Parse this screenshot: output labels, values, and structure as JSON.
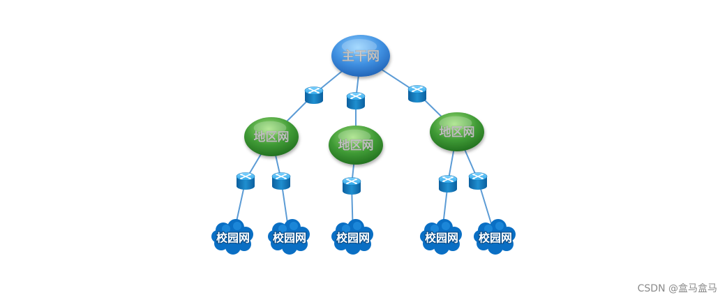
{
  "labels": {
    "backbone": "主干网",
    "regional": "地区网",
    "campus": "校园网"
  },
  "watermark": "CSDN @盒马盒马",
  "colors": {
    "backbone": "#3f8fe0",
    "regional": "#3f9a35",
    "campus": "#0a6fc4",
    "router": "#1f8fd0",
    "link": "#5b9bd5"
  },
  "icons": {
    "router": "router-icon",
    "cloud": "cloud-icon"
  }
}
